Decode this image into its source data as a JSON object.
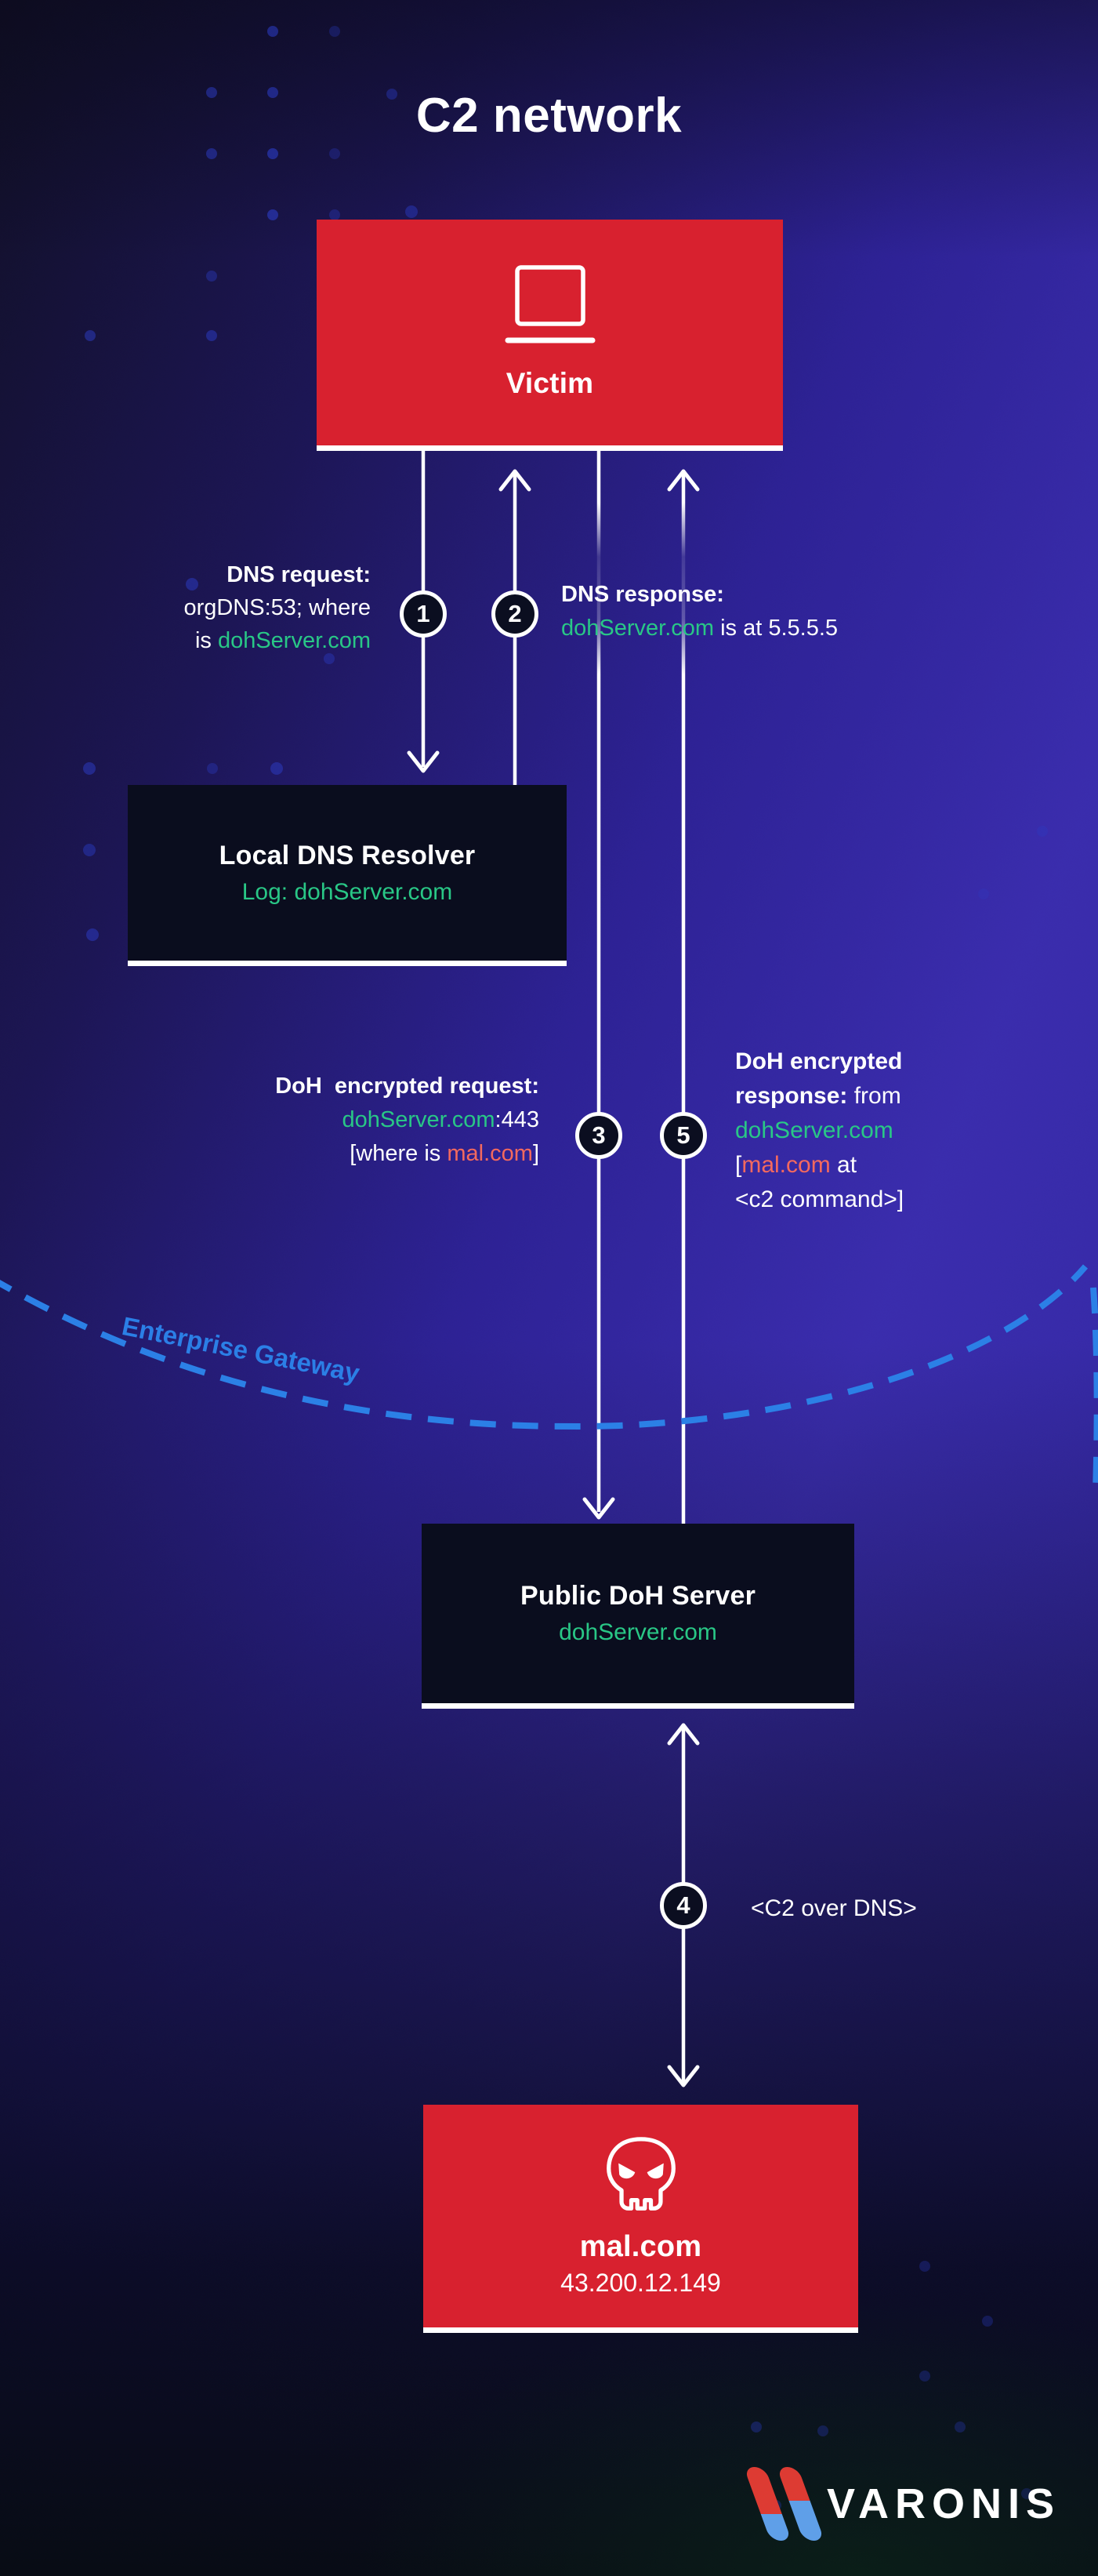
{
  "title": "C2 network",
  "nodes": {
    "victim": {
      "label": "Victim",
      "icon": "laptop-icon"
    },
    "resolver": {
      "title": "Local DNS Resolver",
      "log_prefix": "Log: ",
      "log_domain": "dohServer.com"
    },
    "doh_server": {
      "title": "Public DoH Server",
      "domain": "dohServer.com"
    },
    "mal": {
      "domain": "mal.com",
      "ip": "43.200.12.149",
      "icon": "skull-icon"
    }
  },
  "annotations": {
    "dns_request": {
      "lead": "DNS request:",
      "line2": "orgDNS:53; where",
      "line3_pre": "is ",
      "line3_domain": "dohServer.com"
    },
    "dns_response": {
      "lead": "DNS response:",
      "domain": "dohServer.com",
      "rest": " is at 5.5.5.5"
    },
    "doh_request": {
      "lead": "DoH  encrypted request:",
      "domain": "dohServer.com",
      "port": ":443",
      "line3_pre": "[where is ",
      "line3_domain": "mal.com",
      "line3_post": "]"
    },
    "doh_response": {
      "lead_line1": "DoH encrypted",
      "lead_line2": "response:",
      "line2_rest": " from",
      "domain": "dohServer.com",
      "line4_pre": "[",
      "line4_domain": "mal.com",
      "line4_post": " at",
      "line5": "<c2 command>]"
    },
    "c2_over_dns": "<C2 over DNS>",
    "enterprise_gateway": "Enterprise Gateway"
  },
  "steps": {
    "s1": "1",
    "s2": "2",
    "s3": "3",
    "s4": "4",
    "s5": "5"
  },
  "brand": {
    "name": "VARONIS"
  },
  "colors": {
    "accent_red": "#d8212f",
    "accent_green": "#29c786",
    "accent_salmon": "#f3695e",
    "gateway_blue": "#2b7fe6",
    "node_dark": "#0a0d1e"
  }
}
